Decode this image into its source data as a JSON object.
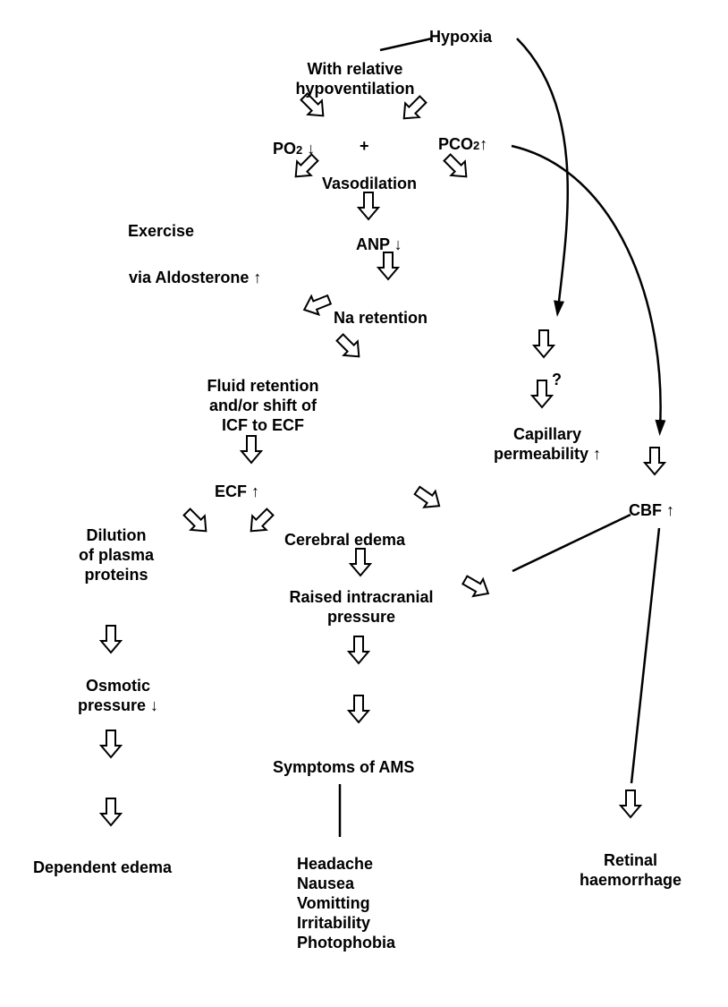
{
  "nodes": {
    "hypoxia": "Hypoxia",
    "hypoventilation": [
      "With relative",
      "hypoventilation"
    ],
    "po2": {
      "label": "PO",
      "sub": "2",
      "arrow": "↓"
    },
    "plus": "+",
    "pco2": {
      "label": "PCO",
      "sub": "2",
      "arrow": "↑"
    },
    "vasodilation": "Vasodilation",
    "exercise": "Exercise",
    "anp": "ANP ↓",
    "aldosterone": "via Aldosterone ↑",
    "na_retention": "Na retention",
    "question": "?",
    "fluid_retention": [
      "Fluid retention",
      "and/or shift of",
      "ICF to ECF"
    ],
    "capillary": [
      "Capillary",
      "permeability ↑"
    ],
    "ecf": "ECF ↑",
    "cbf": "CBF ↑",
    "dilution": [
      "Dilution",
      "of plasma",
      "proteins"
    ],
    "cerebral_edema": "Cerebral edema",
    "raised_icp": [
      "Raised intracranial",
      "pressure"
    ],
    "osmotic": [
      "Osmotic",
      "pressure ↓"
    ],
    "symptoms": "Symptoms of AMS",
    "dependent_edema": "Dependent edema",
    "symptom_list": [
      "Headache",
      "Nausea",
      "Vomitting",
      "Irritability",
      "Photophobia"
    ],
    "retinal": [
      "Retinal",
      "haemorrhage"
    ]
  },
  "colors": {
    "ink": "#000000",
    "background": "#ffffff"
  }
}
